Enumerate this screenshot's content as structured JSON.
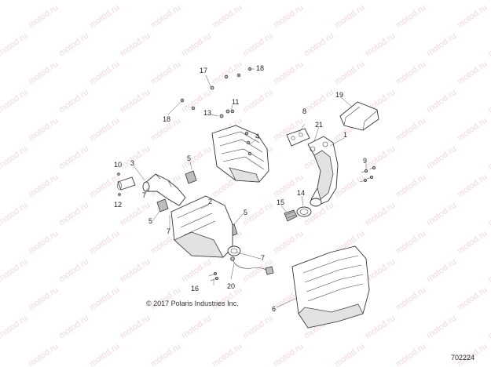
{
  "watermark": {
    "text": "motod.ru"
  },
  "copyright": "© 2017 Polaris Industries Inc.",
  "figure_number": "702224",
  "callouts": {
    "c1": "1",
    "c2": "2",
    "c3": "3",
    "c4": "4",
    "c5a": "5",
    "c5b": "5",
    "c5c": "5",
    "c6": "6",
    "c7a": "7",
    "c7b": "7",
    "c7c": "7",
    "c8": "8",
    "c9": "9",
    "c10": "10",
    "c11": "11",
    "c12": "12",
    "c13": "13",
    "c14": "14",
    "c15": "15",
    "c16": "16",
    "c17": "17",
    "c18a": "18",
    "c18b": "18",
    "c19": "19",
    "c20": "20",
    "c21": "21"
  }
}
